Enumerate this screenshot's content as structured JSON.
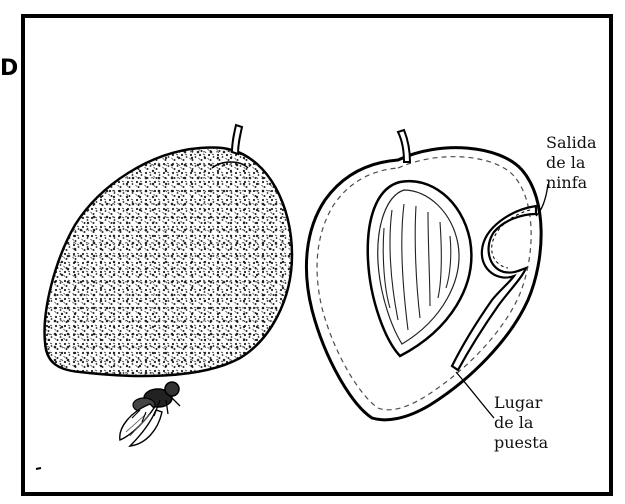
{
  "figure": {
    "edge_mark": "D",
    "labels": {
      "exit": "Salida\nde la\nninfa",
      "laying": "Lugar\nde la\npuesta"
    }
  },
  "colors": {
    "ink": "#111111",
    "frame": "#000000",
    "background": "#ffffff"
  }
}
